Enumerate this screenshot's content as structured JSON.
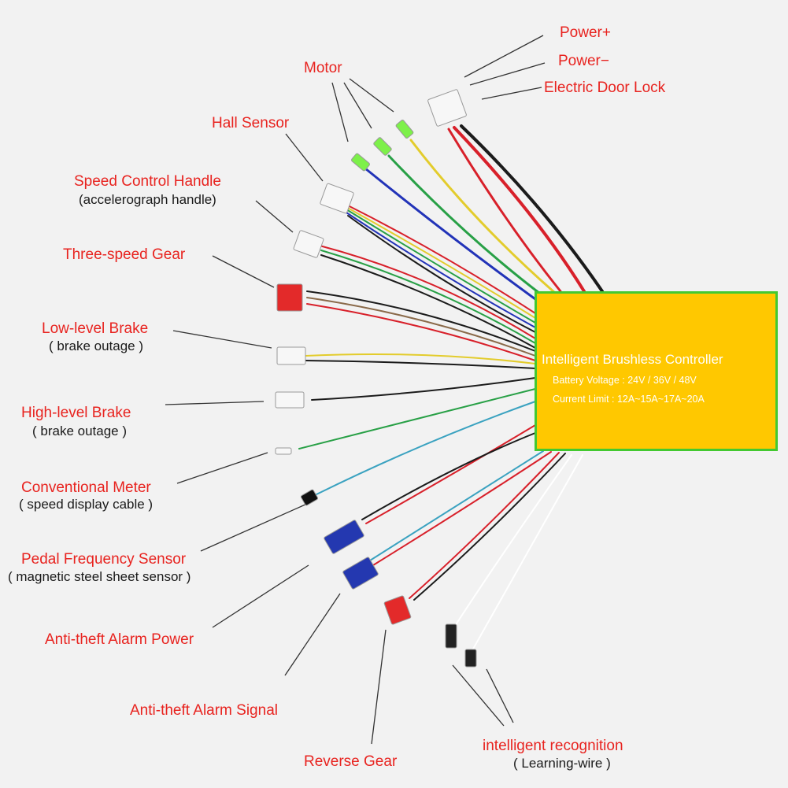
{
  "controller": {
    "title": "Intelligent Brushless Controller",
    "voltage": "Battery Voltage : 24V / 36V / 48V",
    "current": "Current Limit : 12A~15A~17A~20A",
    "fill_color": "#ffc800",
    "border_color": "#43c930"
  },
  "labels": {
    "power_plus": "Power+",
    "power_minus": "Power−",
    "door_lock": "Electric Door Lock",
    "motor": "Motor",
    "hall_sensor": "Hall Sensor",
    "speed_handle": "Speed Control Handle",
    "speed_handle_sub": "(accelerograph handle)",
    "three_speed": "Three-speed Gear",
    "low_brake": "Low-level Brake",
    "low_brake_sub": "( brake outage )",
    "high_brake": "High-level Brake",
    "high_brake_sub": "( brake outage )",
    "meter": "Conventional Meter",
    "meter_sub": "( speed display cable )",
    "pedal": "Pedal Frequency Sensor",
    "pedal_sub": "( magnetic steel sheet sensor )",
    "alarm_power": "Anti-theft Alarm Power",
    "alarm_signal": "Anti-theft Alarm Signal",
    "reverse": "Reverse  Gear",
    "recognition": "intelligent  recognition",
    "recognition_sub": "( Learning-wire )"
  },
  "colors": {
    "label_red": "#e8231f",
    "wire_red": "#d8202a",
    "wire_black": "#1b1b1b",
    "wire_yellow": "#e3cc2c",
    "wire_green": "#28a046",
    "wire_blue": "#2233b8",
    "wire_teal": "#3aa2c0",
    "wire_white": "#ffffff"
  }
}
